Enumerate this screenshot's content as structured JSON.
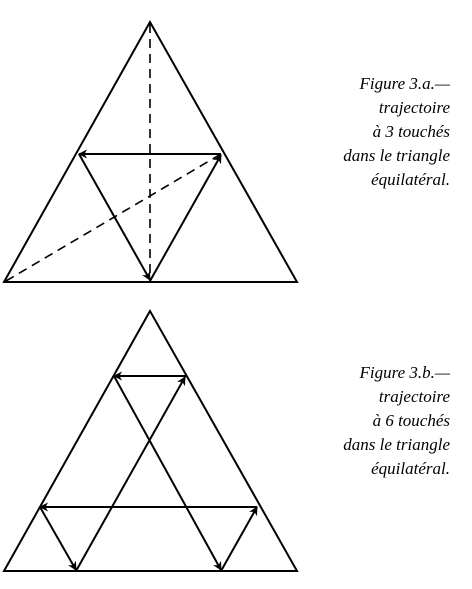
{
  "figures": [
    {
      "caption": {
        "label": "Figure 3.a.—",
        "line2": "trajectoire",
        "line3": "à 3 touchés",
        "line4": "dans le triangle",
        "line5": "équilatéral."
      }
    },
    {
      "caption": {
        "label": "Figure 3.b.—",
        "line2": "trajectoire",
        "line3": "à 6 touchés",
        "line4": "dans le triangle",
        "line5": "équilatéral."
      }
    }
  ],
  "colors": {
    "ink": "#000000",
    "background": "#ffffff"
  }
}
